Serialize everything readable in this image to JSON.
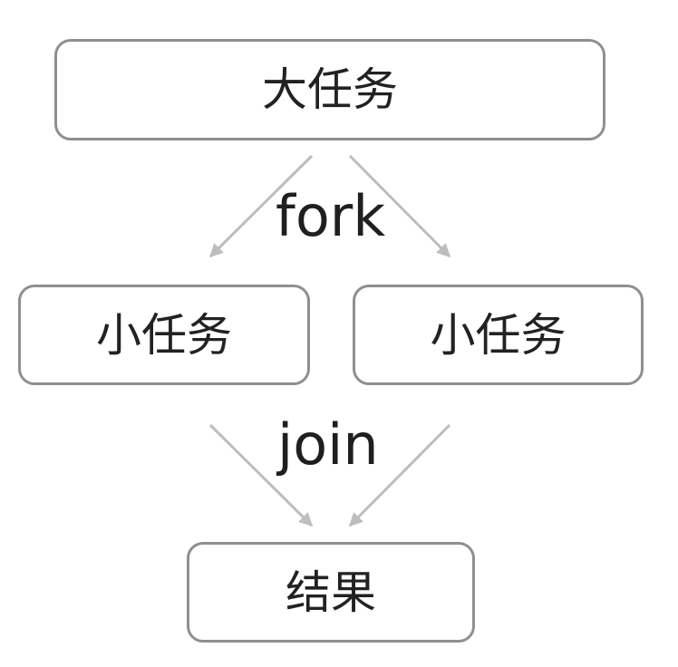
{
  "diagram": {
    "nodes": {
      "big_task": "大任务",
      "small_task_left": "小任务",
      "small_task_right": "小任务",
      "result": "结果"
    },
    "edge_labels": {
      "fork": "fork",
      "join": "join"
    },
    "colors": {
      "box_border": "#8f8f8f",
      "arrow": "#bdbdbd",
      "text": "#222222",
      "background": "#ffffff"
    }
  }
}
